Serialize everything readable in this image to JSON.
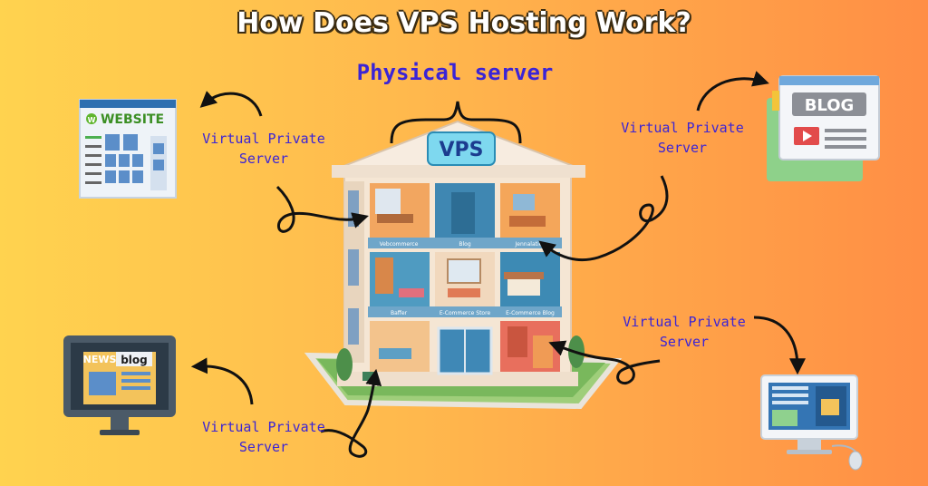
{
  "title": "How Does VPS Hosting Work?",
  "physical_server_label": "Physical server",
  "building_sign": "VPS",
  "vps_label_line1": "Virtual Private",
  "vps_label_line2": "Server",
  "icons": {
    "website": {
      "name": "website-icon",
      "text": "WEBSITE",
      "badge": "W"
    },
    "blog": {
      "name": "blog-icon",
      "text": "BLOG"
    },
    "news": {
      "name": "news-blog-icon",
      "news": "NEWS",
      "blog": "blog"
    },
    "monitor": {
      "name": "monitor-icon"
    }
  },
  "rooms": [
    "Vebcommerce",
    "Blog",
    "Jennalaties",
    "Baffer",
    "E-Commerce Store",
    "E-Commerce Blog"
  ],
  "colors": {
    "label": "#3b24d6",
    "arrow": "#111111",
    "accent": "#3aa0ff"
  }
}
